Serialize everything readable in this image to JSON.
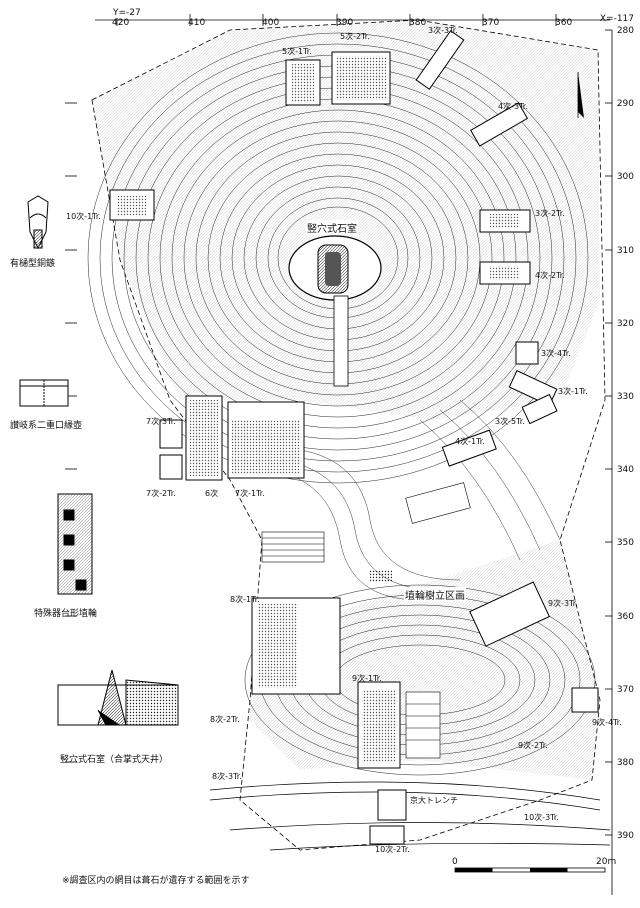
{
  "axis": {
    "y_prefix": "Y=-27",
    "x_prefix": "X=-117",
    "y_ticks": [
      "420",
      "410",
      "400",
      "390",
      "380",
      "370",
      "360"
    ],
    "x_ticks": [
      "280",
      "290",
      "300",
      "310",
      "320",
      "330",
      "340",
      "350",
      "360",
      "370",
      "380",
      "390"
    ]
  },
  "labels": {
    "center_chamber": "竪穴式石室",
    "haniwa_area": "埴輪樹立区画",
    "kyodai_trench": "京大トレンチ",
    "trenches": [
      "5次-1Tr.",
      "5次-2Tr.",
      "3次-3Tr.",
      "4次-3Tr.",
      "10次-1Tr.",
      "3次-2Tr.",
      "4次-2Tr.",
      "3次-4Tr.",
      "3次-1Tr.",
      "3次-5Tr.",
      "4次-1Tr.",
      "7次-3Tr.",
      "7次-2Tr.",
      "6次",
      "7次-1Tr.",
      "8次-1Tr.",
      "9次-3Tr.",
      "9次-1Tr.",
      "8次-2Tr.",
      "9次-4Tr.",
      "9次-2Tr.",
      "8次-3Tr.",
      "10次-3Tr.",
      "10次-2Tr."
    ]
  },
  "legend": {
    "bronze_arrow": "有樋型銅鏃",
    "sanuki_pot": "讃岐系二重口縁壺",
    "special_haniwa": "特殊器台形埴輪",
    "chamber_roof": "竪穴式石室（合掌式天井）"
  },
  "note": "※調査区内の網目は葺石が遺存する範囲を示す",
  "scale": {
    "start": "0",
    "end": "20m"
  }
}
